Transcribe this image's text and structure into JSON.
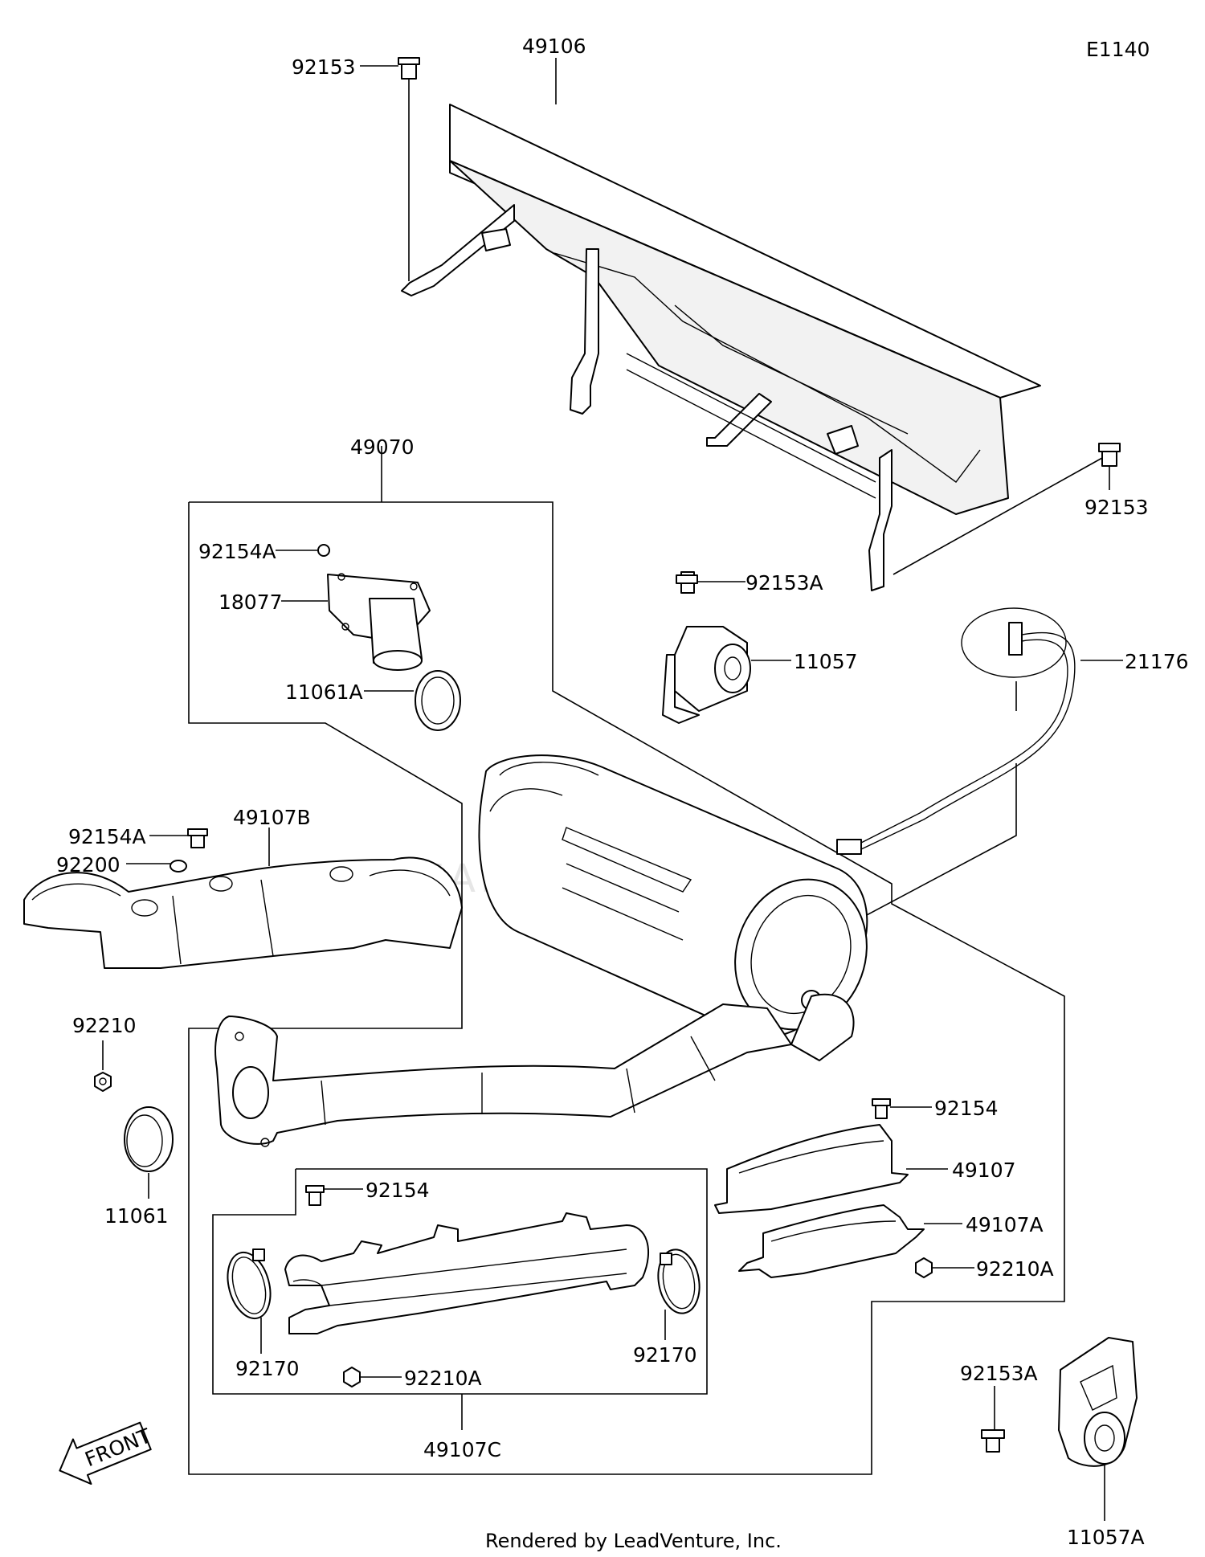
{
  "diagram_code": "E1140",
  "watermark": "LEADVENTURE",
  "footer": "Rendered by LeadVenture, Inc.",
  "front_label": "FRONT",
  "parts": {
    "heat_guard_top": "49106",
    "bolt_top_left": "92153",
    "bolt_right": "92153",
    "muffler_assy": "49070",
    "bolt_49070": "92154A",
    "pipe_18077": "18077",
    "gasket_11061a": "11061A",
    "bracket_11057": "11057",
    "bolt_92153a_mid": "92153A",
    "o2_sensor": "21176",
    "cover_49107b": "49107B",
    "bolt_49107b": "92154A",
    "washer_92200": "92200",
    "nut_92210": "92210",
    "gasket_11061": "11061",
    "bolt_92154_right": "92154",
    "cover_49107": "49107",
    "cover_49107a": "49107A",
    "nut_92210a_right": "92210A",
    "bolt_92154_inner": "92154",
    "clamp_left": "92170",
    "clamp_right": "92170",
    "nut_92210a_inner": "92210A",
    "cover_49107c": "49107C",
    "bolt_92153a_bottom": "92153A",
    "bracket_11057a": "11057A"
  }
}
